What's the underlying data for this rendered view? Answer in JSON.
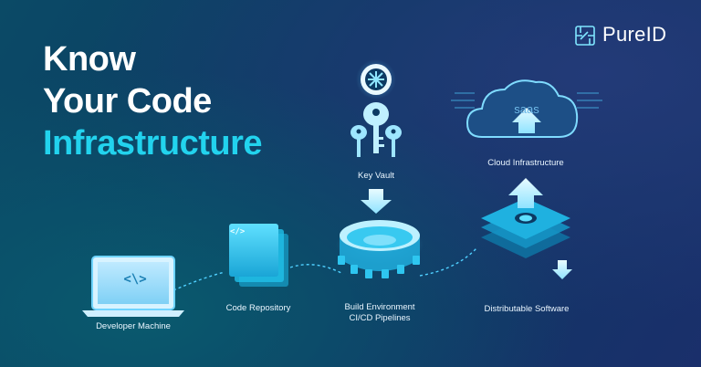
{
  "headline": {
    "line1": "Know",
    "line2": "Your Code",
    "line3": "Infrastructure"
  },
  "logo": {
    "text": "PureID"
  },
  "nodes": {
    "developer": {
      "label": "Developer Machine",
      "code": "<\\>"
    },
    "repo": {
      "label": "Code Repository",
      "code": "</>"
    },
    "vault": {
      "label": "Key Vault"
    },
    "build": {
      "label_line1": "Build Environment",
      "label_line2": "CI/CD Pipelines"
    },
    "dist": {
      "label": "Distributable Software"
    },
    "cloud": {
      "label": "Cloud Infrastructure",
      "tag": "saas"
    }
  },
  "colors": {
    "accent": "#22d3ee",
    "glow": "#5fd8ff",
    "bg": "#0c3a63"
  }
}
